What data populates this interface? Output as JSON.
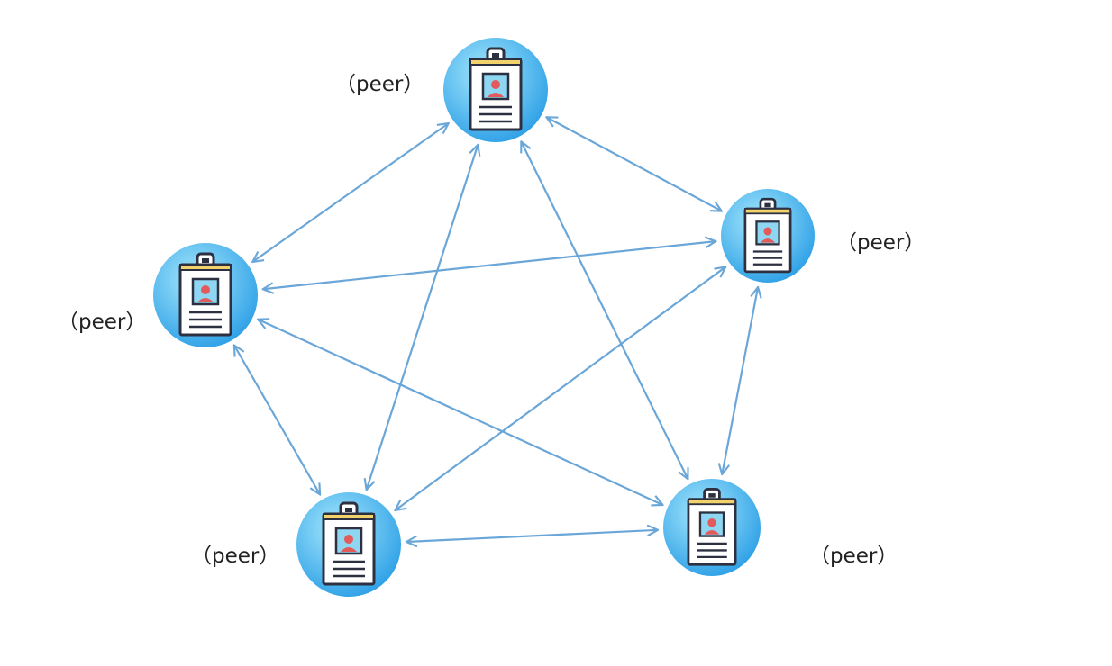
{
  "diagram": {
    "type": "p2p-network",
    "edge_color": "#6aa6d8",
    "node_gradient": [
      "#9ee4fb",
      "#2fa6ea"
    ],
    "nodes": [
      {
        "id": "top",
        "label": "（peer）",
        "icon": "id-badge-icon"
      },
      {
        "id": "right",
        "label": "（peer）",
        "icon": "id-badge-icon"
      },
      {
        "id": "left",
        "label": "（peer）",
        "icon": "id-badge-icon"
      },
      {
        "id": "bottom-left",
        "label": "（peer）",
        "icon": "id-badge-icon"
      },
      {
        "id": "bottom-right",
        "label": "（peer）",
        "icon": "id-badge-icon"
      }
    ],
    "edges": [
      [
        "top",
        "left"
      ],
      [
        "top",
        "right"
      ],
      [
        "top",
        "bottom-left"
      ],
      [
        "top",
        "bottom-right"
      ],
      [
        "left",
        "right"
      ],
      [
        "left",
        "bottom-left"
      ],
      [
        "left",
        "bottom-right"
      ],
      [
        "right",
        "bottom-left"
      ],
      [
        "right",
        "bottom-right"
      ],
      [
        "bottom-left",
        "bottom-right"
      ]
    ]
  }
}
